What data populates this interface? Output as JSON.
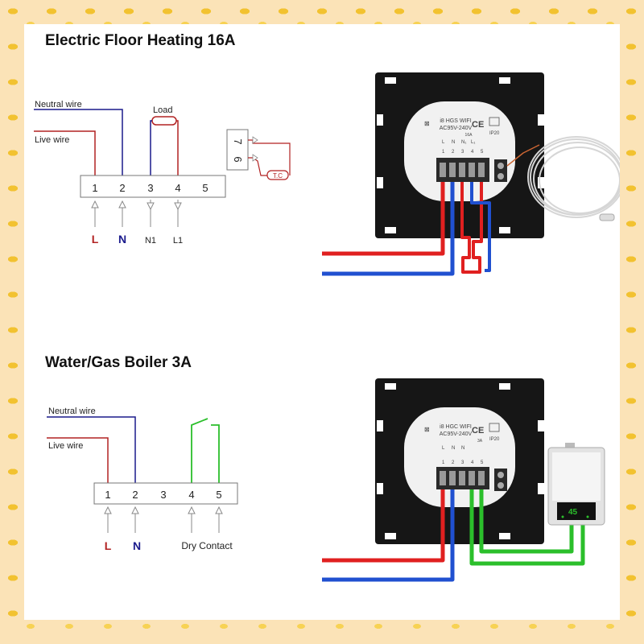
{
  "section1": {
    "title": "Electric Floor Heating 16A",
    "neutral_label": "Neutral wire",
    "live_label": "Live wire",
    "load_label": "Load",
    "terminals": [
      "1",
      "2",
      "3",
      "4",
      "5"
    ],
    "sensor_terminals": [
      "7",
      "6"
    ],
    "sensor_label": "T.C",
    "bottom_labels": [
      "L",
      "N",
      "N1",
      "L1"
    ],
    "device": {
      "model": "i8 HGS WIFI",
      "voltage": "AC95V-240V",
      "rating": "16A",
      "ip": "IP20",
      "term_letters": [
        "L",
        "N",
        "N₁",
        "L₁"
      ],
      "term_numbers": [
        "1",
        "2",
        "3",
        "4",
        "5"
      ]
    }
  },
  "section2": {
    "title": "Water/Gas Boiler 3A",
    "neutral_label": "Neutral wire",
    "live_label": "Live wire",
    "terminals": [
      "1",
      "2",
      "3",
      "4",
      "5"
    ],
    "bottom_labels": [
      "L",
      "N"
    ],
    "dry_label": "Dry Contact",
    "device": {
      "model": "i8 HGC WIFI",
      "voltage": "AC95V-240V",
      "rating": "3A",
      "ip": "IP20",
      "term_letters": [
        "L",
        "N",
        "N"
      ],
      "term_numbers": [
        "1",
        "2",
        "3",
        "4",
        "5"
      ]
    },
    "boiler_display": "45"
  },
  "colors": {
    "live": "#b22222",
    "neutral": "#1a1a8c",
    "green": "#2bbf2b",
    "wire_red": "#e02020",
    "wire_blue": "#2050d0"
  }
}
